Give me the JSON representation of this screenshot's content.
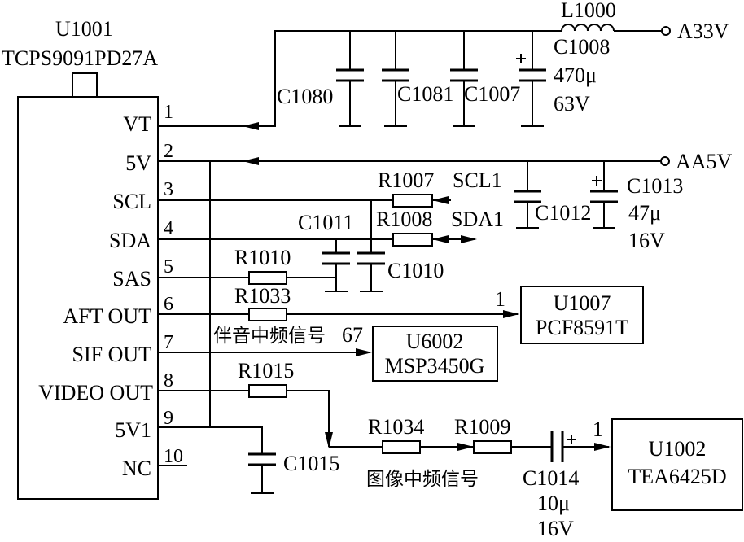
{
  "tuner": {
    "designator": "U1001",
    "part": "TCPS9091PD27A",
    "pins": [
      {
        "num": "1",
        "name": "VT"
      },
      {
        "num": "2",
        "name": "5V"
      },
      {
        "num": "3",
        "name": "SCL"
      },
      {
        "num": "4",
        "name": "SDA"
      },
      {
        "num": "5",
        "name": "SAS"
      },
      {
        "num": "6",
        "name": "AFT OUT"
      },
      {
        "num": "7",
        "name": "SIF OUT"
      },
      {
        "num": "8",
        "name": "VIDEO OUT"
      },
      {
        "num": "9",
        "name": "5V1"
      },
      {
        "num": "10",
        "name": "NC"
      }
    ]
  },
  "supply": {
    "a33v": "A33V",
    "aa5v": "AA5V",
    "inductor": "L1000"
  },
  "capacitors": {
    "c1080": "C1080",
    "c1081": "C1081",
    "c1007": "C1007",
    "c1008": "C1008",
    "c1008_value": "470μ",
    "c1008_voltage": "63V",
    "c1012": "C1012",
    "c1013": "C1013",
    "c1013_value": "47μ",
    "c1013_voltage": "16V",
    "c1011": "C1011",
    "c1010": "C1010",
    "c1015": "C1015",
    "c1014": "C1014",
    "c1014_value": "10μ",
    "c1014_voltage": "16V"
  },
  "resistors": {
    "r1007": "R1007",
    "r1008": "R1008",
    "r1010": "R1010",
    "r1033": "R1033",
    "r1015": "R1015",
    "r1034": "R1034",
    "r1009": "R1009"
  },
  "signals": {
    "scl1": "SCL1",
    "sda1": "SDA1",
    "sif_signal": "伴音中频信号",
    "sif_pin": "67",
    "video_signal": "图像中频信号"
  },
  "ics": {
    "u1007": {
      "designator": "U1007",
      "part": "PCF8591T",
      "pin": "1"
    },
    "u6002": {
      "designator": "U6002",
      "part": "MSP3450G"
    },
    "u1002": {
      "designator": "U1002",
      "part": "TEA6425D",
      "pin": "1"
    }
  }
}
